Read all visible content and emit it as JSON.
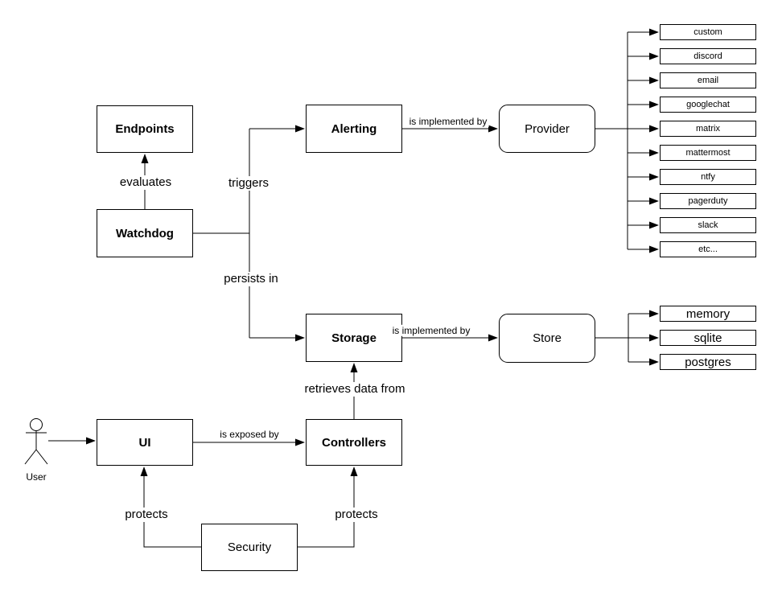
{
  "diagram": {
    "nodes": {
      "endpoints": {
        "label": "Endpoints"
      },
      "watchdog": {
        "label": "Watchdog"
      },
      "alerting": {
        "label": "Alerting"
      },
      "storage": {
        "label": "Storage"
      },
      "provider": {
        "label": "Provider"
      },
      "store": {
        "label": "Store"
      },
      "ui": {
        "label": "UI"
      },
      "controllers": {
        "label": "Controllers"
      },
      "security": {
        "label": "Security"
      }
    },
    "actor": {
      "label": "User"
    },
    "edge_labels": {
      "evaluates": "evaluates",
      "triggers": "triggers",
      "persists_in": "persists in",
      "alerting_impl": "is implemented by",
      "storage_impl": "is implemented by",
      "retrieves": "retrieves data from",
      "exposed": "is exposed by",
      "protects_ui": "protects",
      "protects_controllers": "protects"
    },
    "providers": [
      "custom",
      "discord",
      "email",
      "googlechat",
      "matrix",
      "mattermost",
      "ntfy",
      "pagerduty",
      "slack",
      "etc..."
    ],
    "stores": [
      "memory",
      "sqlite",
      "postgres"
    ],
    "colors": {
      "stroke": "#000000",
      "fill": "#ffffff",
      "text": "#000000"
    }
  }
}
